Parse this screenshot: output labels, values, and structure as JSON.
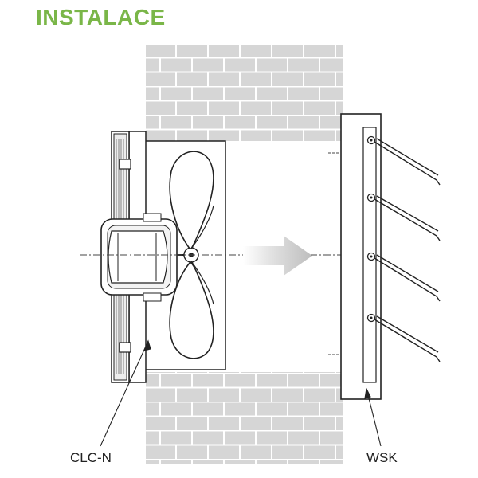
{
  "title": "INSTALACE",
  "labels": {
    "clc": "CLC-N",
    "wsk": "WSK"
  },
  "colors": {
    "title": "#7ab648",
    "brick_fill": "#d6d6d6",
    "brick_mortar": "#ffffff",
    "line": "#222222",
    "arrow": "#c8c8c8"
  },
  "icons": {
    "fan": "fan-icon",
    "arrow": "airflow-arrow-icon"
  }
}
